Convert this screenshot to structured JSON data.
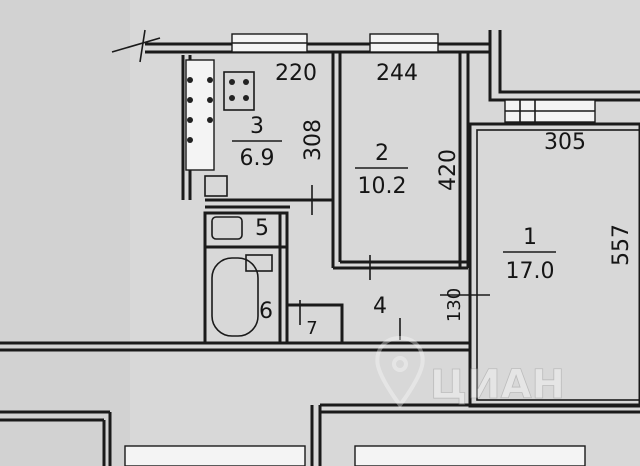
{
  "rooms": [
    {
      "number": "3",
      "area": "6.9"
    },
    {
      "number": "2",
      "area": "10.2"
    },
    {
      "number": "1",
      "area": "17.0"
    },
    {
      "number": "4",
      "area": ""
    },
    {
      "number": "5",
      "area": ""
    },
    {
      "number": "6",
      "area": ""
    },
    {
      "number": "7",
      "area": ""
    }
  ],
  "dimensions": [
    "220",
    "244",
    "305",
    "308",
    "420",
    "557",
    "130"
  ],
  "watermark": {
    "brand": "ЦИАН"
  }
}
